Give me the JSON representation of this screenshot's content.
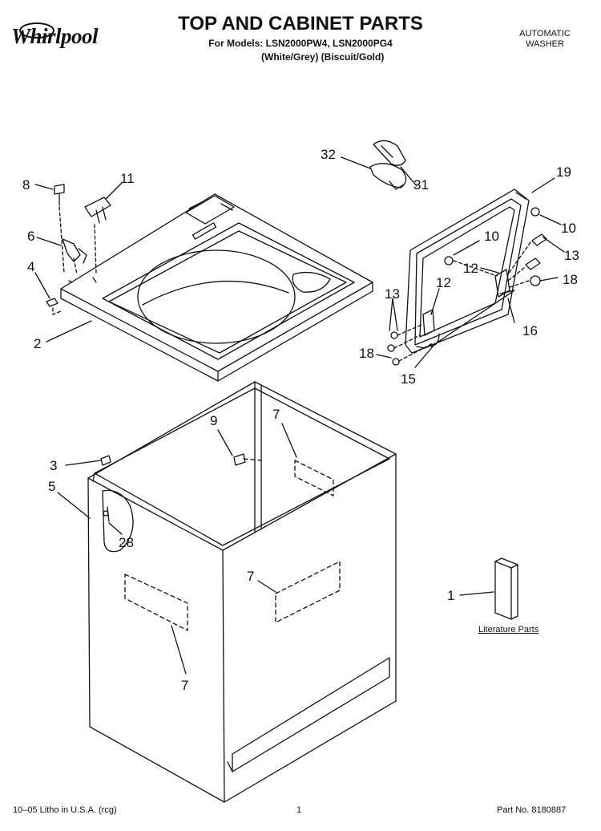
{
  "header": {
    "brand": "Whirlpool",
    "title": "TOP AND CABINET PARTS",
    "models_line": "For Models: LSN2000PW4, LSN2000PG4",
    "colors_line": "(White/Grey)  (Biscuit/Gold)",
    "category_line1": "AUTOMATIC",
    "category_line2": "WASHER"
  },
  "callouts": {
    "c8": "8",
    "c11": "11",
    "c6": "6",
    "c4": "4",
    "c2": "2",
    "c32": "32",
    "c31": "31",
    "c19": "19",
    "c10a": "10",
    "c10b": "10",
    "c13a": "13",
    "c12a": "12",
    "c12b": "12",
    "c18a": "18",
    "c13b": "13",
    "c16": "16",
    "c18b": "18",
    "c15": "15",
    "c9": "9",
    "c7a": "7",
    "c3": "3",
    "c5": "5",
    "c28": "28",
    "c7b": "7",
    "c7c": "7",
    "c1": "1"
  },
  "literature_label": "Literature Parts",
  "footer": {
    "left": "10–05 Litho in U.S.A. (rcg)",
    "page": "1",
    "part_no": "Part No. 8180887"
  }
}
